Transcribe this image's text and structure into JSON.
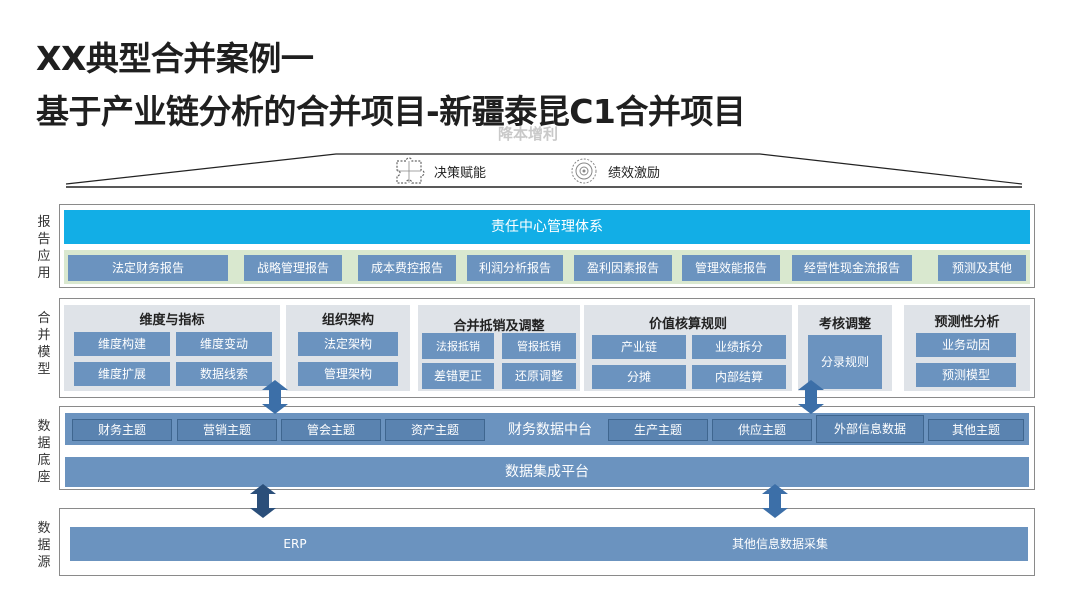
{
  "title": {
    "line1": "XX典型合并案例一",
    "line2": "基于产业链分析的合并项目-新疆泰昆C1合并项目"
  },
  "roof": {
    "watermark": "降本增利",
    "items": [
      {
        "label": "决策赋能",
        "icon": "puzzle-icon"
      },
      {
        "label": "绩效激励",
        "icon": "target-icon"
      }
    ]
  },
  "side_labels": {
    "report": "报告应用",
    "consolidation": "合并模型",
    "data_base": "数据底座",
    "data_source": "数据源"
  },
  "report": {
    "banner": "责任中心管理体系",
    "items": [
      "法定财务报告",
      "战略管理报告",
      "成本费控报告",
      "利润分析报告",
      "盈利因素报告",
      "管理效能报告",
      "经营性现金流报告",
      "预测及其他"
    ]
  },
  "model": {
    "panels": [
      {
        "title": "维度与指标",
        "items": [
          "维度构建",
          "维度变动",
          "维度扩展",
          "数据线索"
        ]
      },
      {
        "title": "组织架构",
        "items": [
          "法定架构",
          "管理架构"
        ]
      },
      {
        "title": "合并抵销及调整",
        "items": [
          "法报抵销",
          "管报抵销",
          "差错更正",
          "还原调整"
        ]
      },
      {
        "title": "价值核算规则",
        "items": [
          "产业链",
          "业绩拆分",
          "分摊",
          "内部结算"
        ]
      },
      {
        "title": "考核调整",
        "items": [
          "分录规则"
        ]
      },
      {
        "title": "预测性分析",
        "items": [
          "业务动因",
          "预测模型"
        ]
      }
    ]
  },
  "data_base": {
    "center": "财务数据中台",
    "left_topics": [
      "财务主题",
      "营销主题",
      "管会主题",
      "资产主题"
    ],
    "right_topics": [
      "生产主题",
      "供应主题",
      "外部信息数据",
      "其他主题"
    ],
    "platform": "数据集成平台"
  },
  "data_source": {
    "items": [
      "ERP",
      "其他信息数据采集"
    ]
  },
  "colors": {
    "box_blue": "#6b93bf",
    "banner_cyan": "#12aee6",
    "panel_gray": "#dfe3e8",
    "band_green": "#d9e8cf"
  }
}
